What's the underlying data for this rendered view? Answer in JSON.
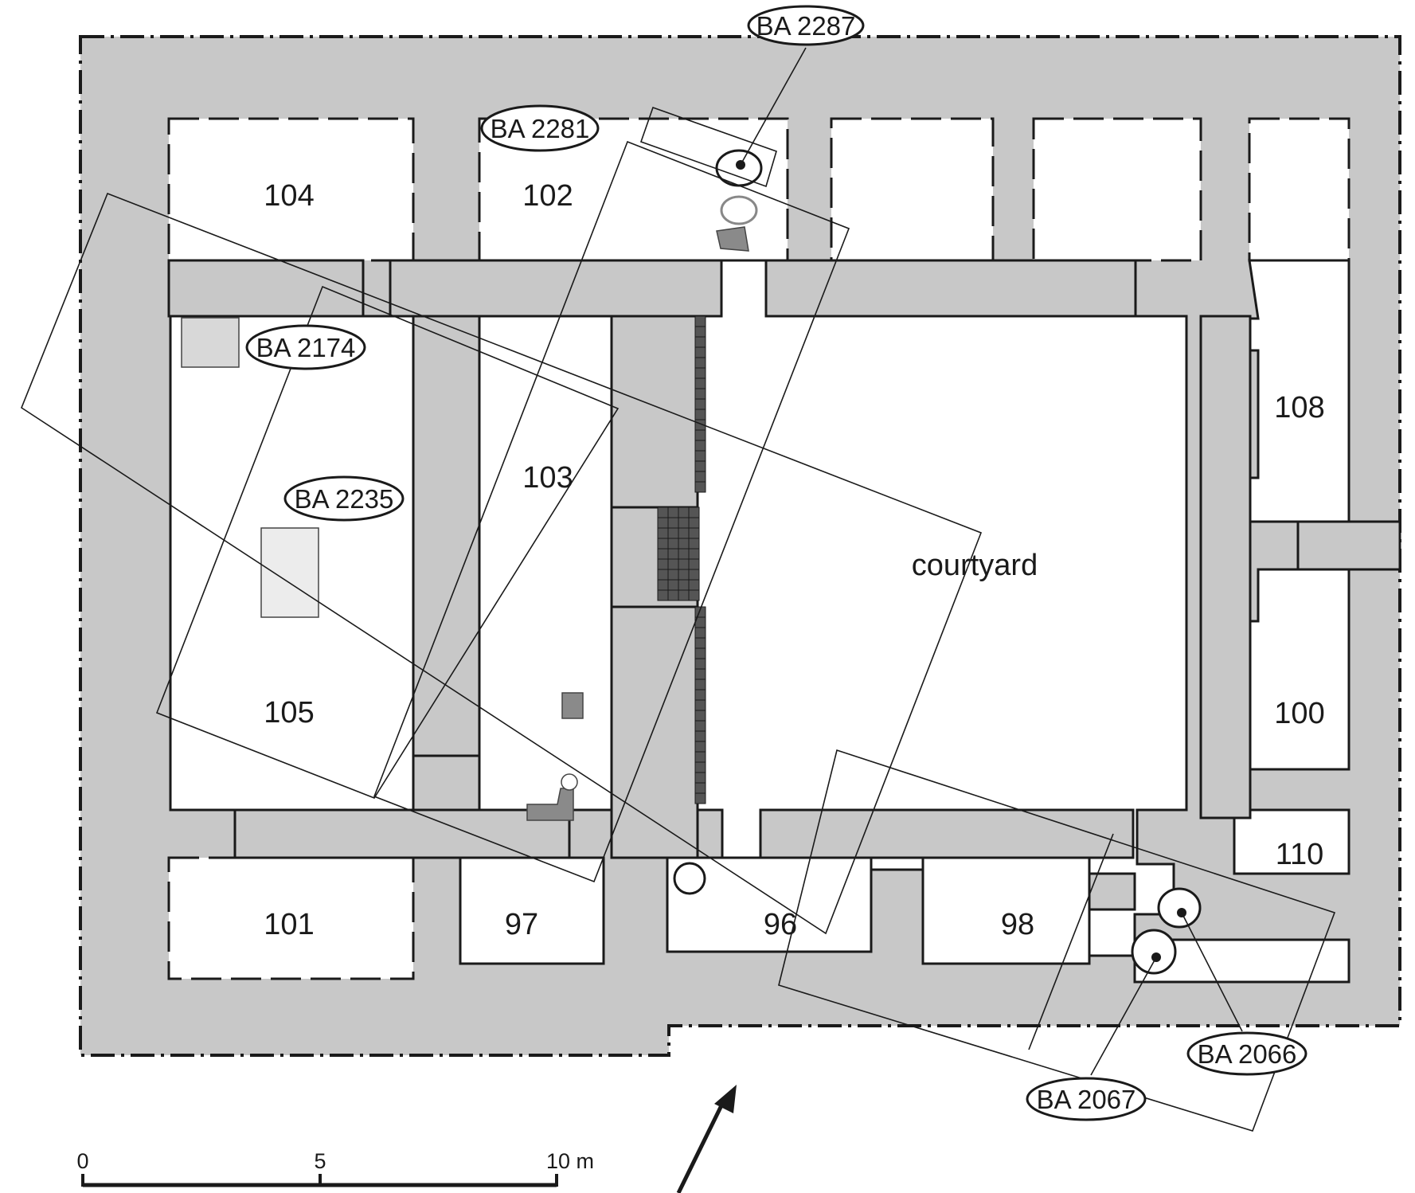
{
  "rooms": {
    "r104": "104",
    "r102": "102",
    "r103": "103",
    "r105": "105",
    "r101": "101",
    "r97": "97",
    "r96": "96",
    "r98": "98",
    "r108": "108",
    "r100": "100",
    "r110": "110",
    "courtyard": "courtyard"
  },
  "tags": {
    "ba2287": "BA 2287",
    "ba2281": "BA 2281",
    "ba2174": "BA 2174",
    "ba2235": "BA 2235",
    "ba2066": "BA 2066",
    "ba2067": "BA 2067"
  },
  "scale_bar": {
    "label_0": "0",
    "label_5": "5",
    "label_10": "10 m"
  },
  "colors": {
    "wall_fill": "#c8c8c8",
    "room_fill": "#ffffff",
    "line": "#1a1a1a"
  },
  "icons": {
    "north_arrow": "north-arrow-icon"
  }
}
